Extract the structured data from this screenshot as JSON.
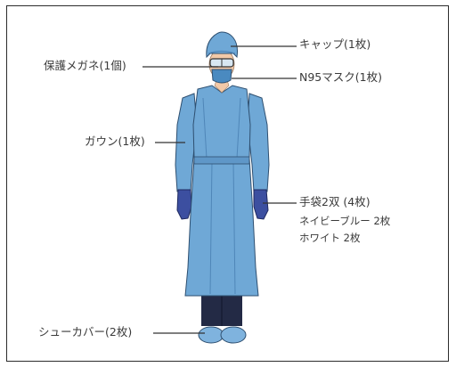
{
  "labels": {
    "cap": "キャップ(1枚)",
    "goggles": "保護メガネ(1個)",
    "mask": "N95マスク(1枚)",
    "gown": "ガウン(1枚)",
    "gloves": "手袋2双 (4枚)",
    "gloves_navy": "ネイビーブルー 2枚",
    "gloves_white": "ホワイト 2枚",
    "shoe_covers": "シューカバー(2枚)"
  },
  "colors": {
    "gown": "#6fa8d6",
    "gown_shadow": "#4f86b8",
    "outline": "#2e4f70",
    "gloves": "#3c4fa0",
    "trousers": "#232a45",
    "skin": "#f2c9a8",
    "line": "#333333"
  }
}
